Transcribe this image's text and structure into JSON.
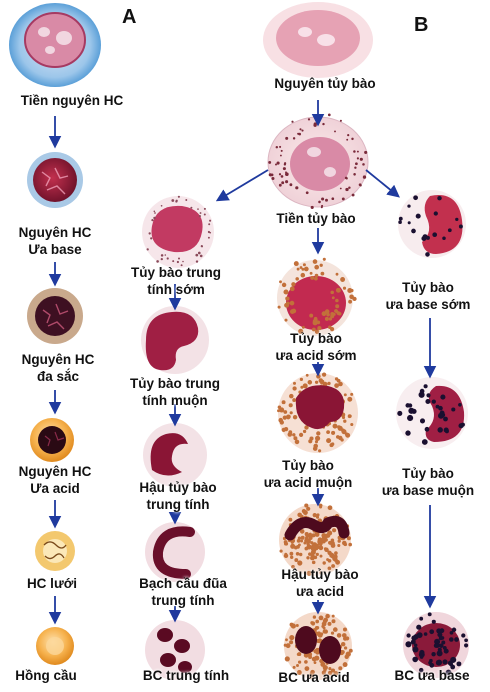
{
  "panels": {
    "a": "A",
    "b": "B"
  },
  "labels": {
    "tien_nguyen_hc": "Tiền nguyên HC",
    "nguyen_hc_ua_base_1": "Nguyên HC",
    "nguyen_hc_ua_base_2": "Ưa base",
    "nguyen_hc_da_sac_1": "Nguyên HC",
    "nguyen_hc_da_sac_2": "đa sắc",
    "nguyen_hc_ua_acid_1": "Nguyên HC",
    "nguyen_hc_ua_acid_2": "Ưa acid",
    "hc_luoi": "HC lưới",
    "hong_cau": "Hồng cầu",
    "nguyen_tuy_bao": "Nguyên tủy bào",
    "tien_tuy_bao": "Tiền tủy bào",
    "tuy_bao_trung_tinh_som_1": "Tủy bào trung",
    "tuy_bao_trung_tinh_som_2": "tính sớm",
    "tuy_bao_trung_tinh_muon_1": "Tủy bào trung",
    "tuy_bao_trung_tinh_muon_2": "tính muộn",
    "hau_tuy_bao_trung_tinh_1": "Hậu tủy bào",
    "hau_tuy_bao_trung_tinh_2": "trung tính",
    "bach_cau_dua_1": "Bạch cầu đũa",
    "bach_cau_dua_2": "trung tính",
    "bc_trung_tinh": "BC trung tính",
    "tuy_bao_ua_acid_som_1": "Tủy bào",
    "tuy_bao_ua_acid_som_2": "ưa acid sớm",
    "tuy_bao_ua_acid_muon_1": "Tủy bào",
    "tuy_bao_ua_acid_muon_2": "ưa acid muộn",
    "hau_tuy_bao_ua_acid_1": "Hậu tủy bào",
    "hau_tuy_bao_ua_acid_2": "ưa acid",
    "bc_ua_acid": "BC ưa acid",
    "tuy_bao_ua_base_som_1": "Tủy bào",
    "tuy_bao_ua_base_som_2": "ưa base sớm",
    "tuy_bao_ua_base_muon_1": "Tủy bào",
    "tuy_bao_ua_base_muon_2": "ưa base muộn",
    "bc_ua_base": "BC ưa base"
  },
  "colors": {
    "arrow": "#1f3a9e",
    "proerythroblast_cytoplasm": "#4f9fd8",
    "nucleus_magenta": "#b8284e",
    "eosin_granule": "#c2703a",
    "basophil_granule": "#1a1030",
    "erythrocyte": "#f29a3a"
  }
}
